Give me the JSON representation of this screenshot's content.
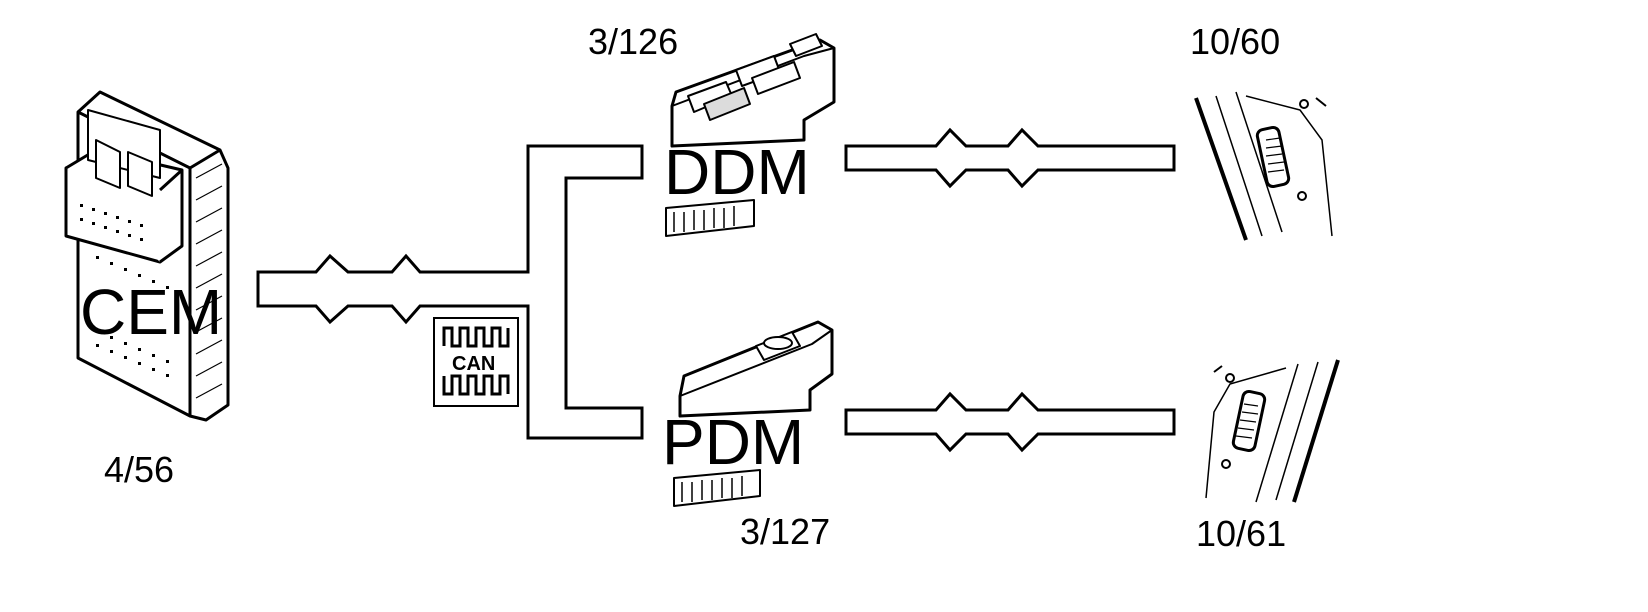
{
  "diagram": {
    "cem": {
      "name": "CEM",
      "ref": "4/56"
    },
    "ddm": {
      "name": "DDM",
      "ref": "3/126"
    },
    "pdm": {
      "name": "PDM",
      "ref": "3/127"
    },
    "window_motor_driver": {
      "ref": "10/60"
    },
    "window_motor_passenger": {
      "ref": "10/61"
    },
    "bus": {
      "label": "CAN"
    },
    "colors": {
      "line": "#000000",
      "background": "#ffffff",
      "fill_light": "#f2f2f2",
      "fill_mid": "#dcdcdc"
    }
  }
}
